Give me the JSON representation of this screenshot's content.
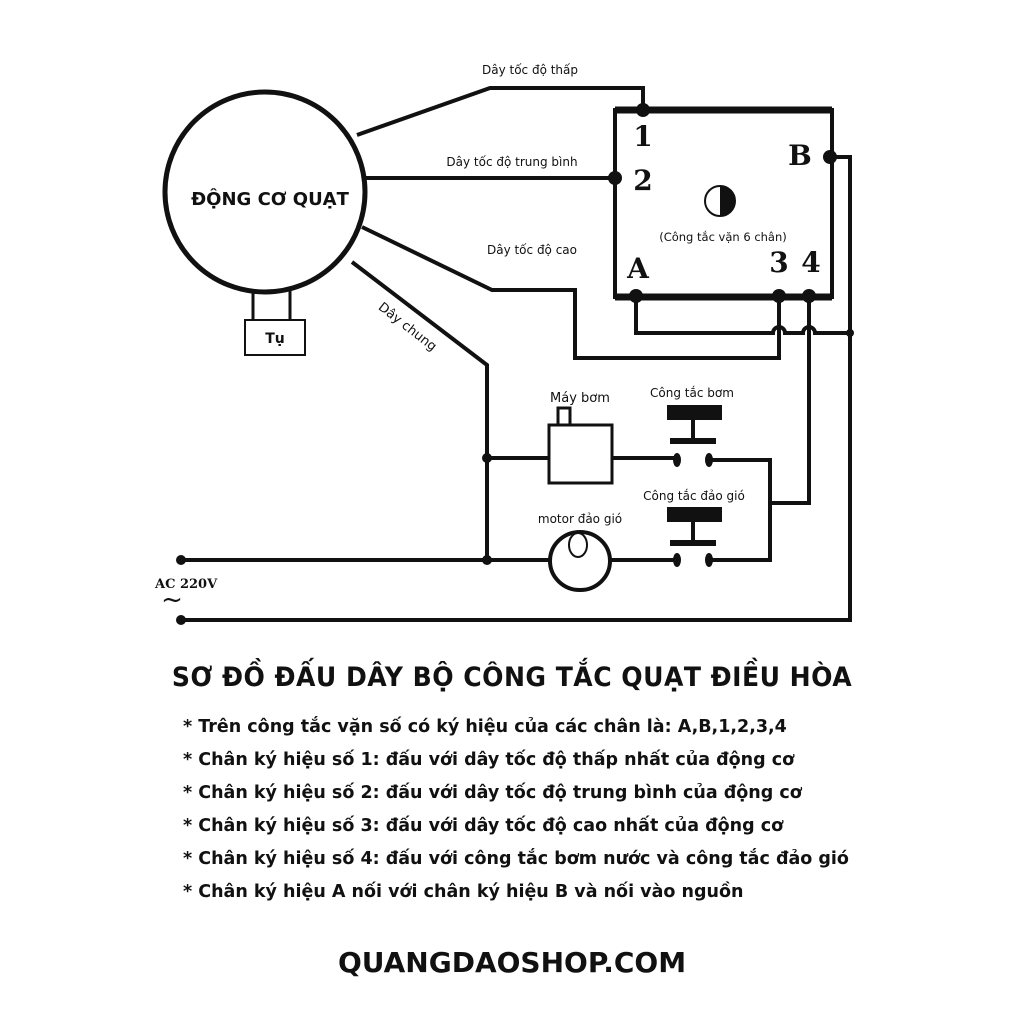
{
  "diagram": {
    "motor_label": "ĐỘNG CƠ QUẠT",
    "capacitor_label": "Tụ",
    "wire_low": "Dây tốc độ thấp",
    "wire_medium": "Dây tốc độ trung bình",
    "wire_high": "Dây tốc độ cao",
    "wire_common": "Dây chung",
    "switch_label": "(Công tắc vặn 6 chân)",
    "pins": {
      "p1": "1",
      "p2": "2",
      "pB": "B",
      "pA": "A",
      "p3": "3",
      "p4": "4"
    },
    "pump_label": "Máy bơm",
    "pump_switch_label": "Công tắc bơm",
    "swing_switch_label": "Công tắc đảo gió",
    "swing_motor_label": "motor đảo gió",
    "power_label": "AC 220V",
    "power_symbol": "~"
  },
  "title": "SƠ ĐỒ ĐẤU DÂY BỘ CÔNG TẮC QUẠT ĐIỀU HÒA",
  "notes": [
    "* Trên công tắc vặn số có ký hiệu của các chân là: A,B,1,2,3,4",
    "* Chân ký hiệu số 1: đấu với dây tốc độ thấp nhất của động cơ",
    "* Chân ký hiệu số 2: đấu với dây tốc độ trung bình của động cơ",
    "* Chân ký hiệu số 3: đấu với dây tốc độ cao nhất của động cơ",
    "* Chân ký hiệu số 4: đấu với công tắc bơm nước và công tắc đảo gió",
    "* Chân ký hiệu A nối với chân ký hiệu B và nối vào nguồn"
  ],
  "footer": "QUANGDAOSHOP.COM"
}
